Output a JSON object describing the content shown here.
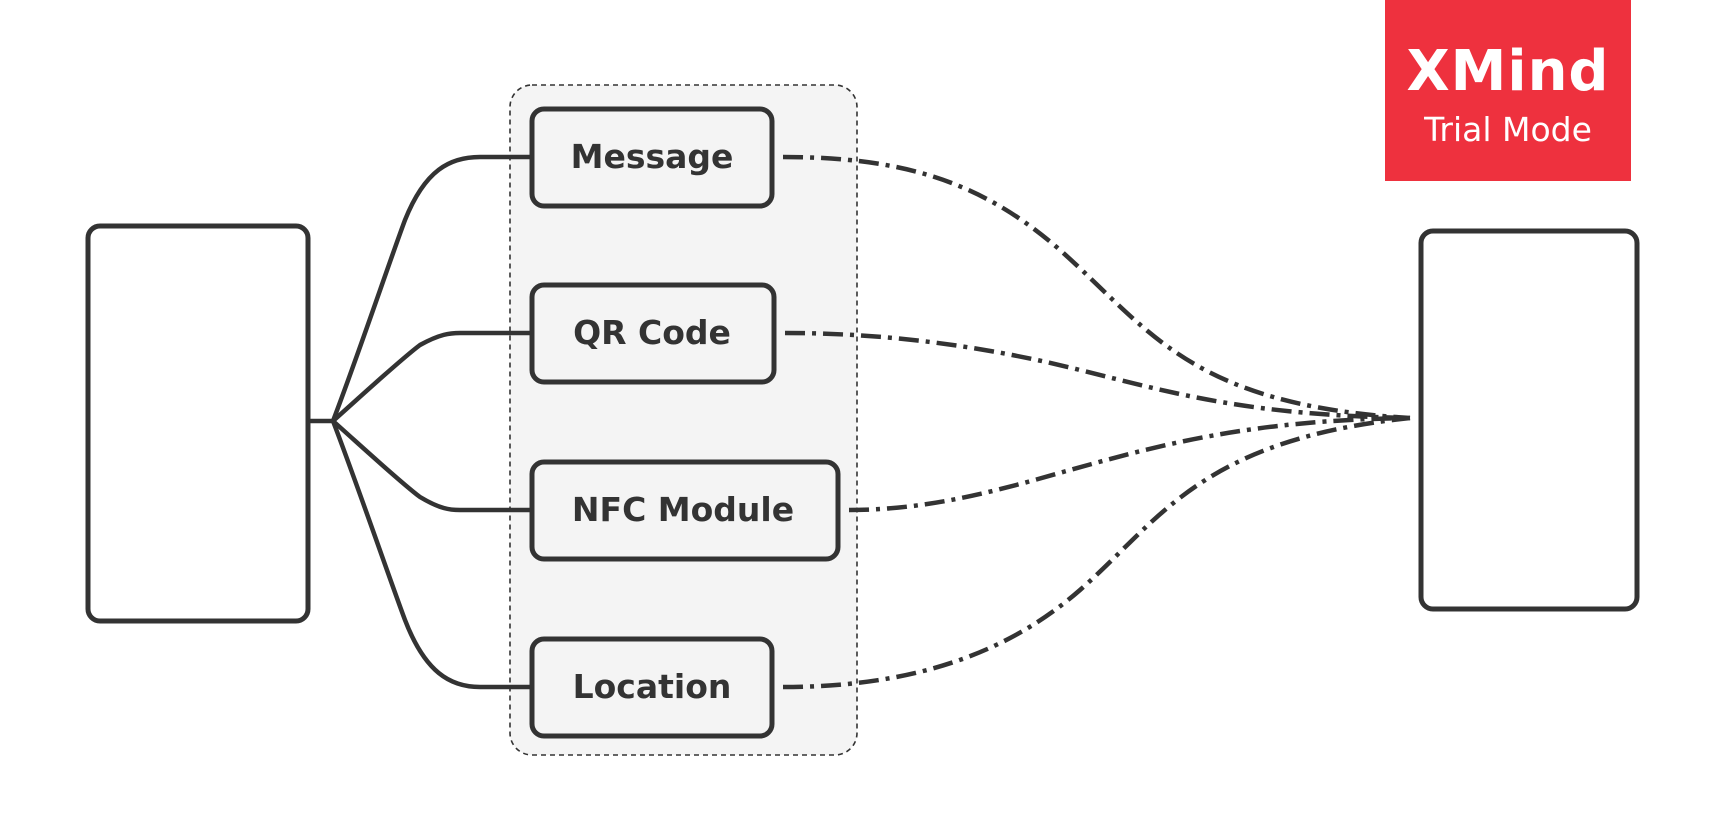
{
  "diagram": {
    "left_topic": {
      "label": ""
    },
    "right_topic": {
      "label": ""
    },
    "boundary": {
      "label": ""
    },
    "subtopics": [
      {
        "label": "Message"
      },
      {
        "label": "QR Code"
      },
      {
        "label": "NFC Module"
      },
      {
        "label": "Location"
      }
    ]
  },
  "watermark": {
    "title": "XMind",
    "subtitle": "Trial Mode",
    "color": "#ee313e"
  },
  "colors": {
    "stroke": "#333333",
    "boundary_fill": "#f4f4f4",
    "topic_fill": "#f4f4f4",
    "background": "#ffffff"
  }
}
